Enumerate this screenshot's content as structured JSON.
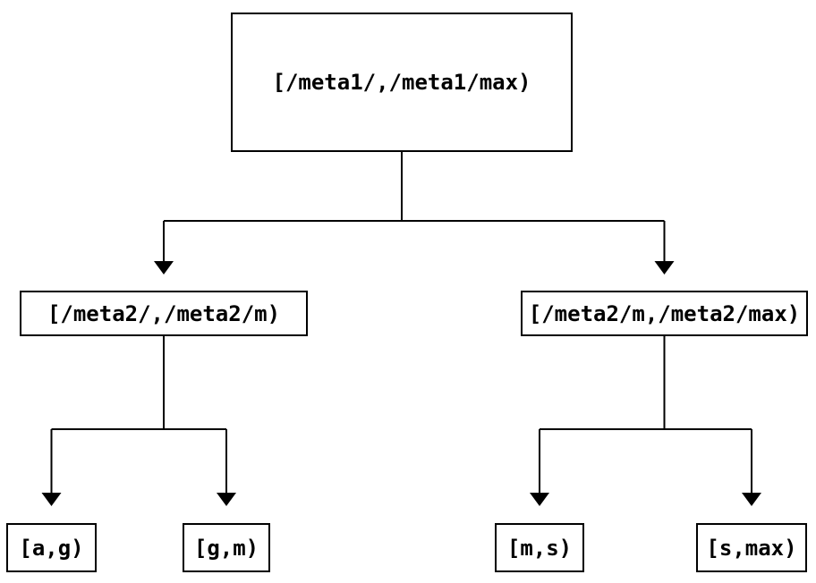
{
  "diagram": {
    "type": "binary-interval-tree",
    "nodes": {
      "root": {
        "label": "[/meta1/,/meta1/max)"
      },
      "left": {
        "label": "[/meta2/,/meta2/m)"
      },
      "right": {
        "label": "[/meta2/m,/meta2/max)"
      },
      "leaf_ag": {
        "label": "[a,g)"
      },
      "leaf_gm": {
        "label": "[g,m)"
      },
      "leaf_ms": {
        "label": "[m,s)"
      },
      "leaf_smax": {
        "label": "[s,max)"
      }
    },
    "edges": [
      {
        "from": "root",
        "to": "left"
      },
      {
        "from": "root",
        "to": "right"
      },
      {
        "from": "left",
        "to": "leaf_ag"
      },
      {
        "from": "left",
        "to": "leaf_gm"
      },
      {
        "from": "right",
        "to": "leaf_ms"
      },
      {
        "from": "right",
        "to": "leaf_smax"
      }
    ],
    "colors": {
      "line": "#000000",
      "text": "#000000",
      "background": "#ffffff"
    }
  }
}
